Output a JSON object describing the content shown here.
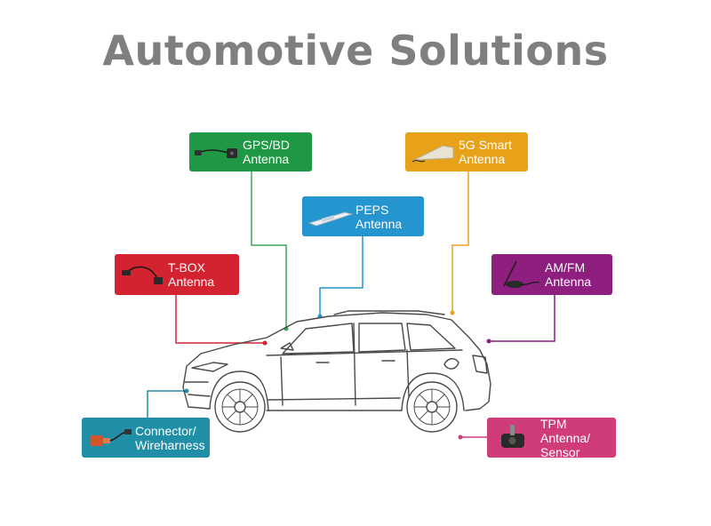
{
  "title": "Automotive Solutions",
  "boxes": {
    "gps": {
      "line1": "GPS/BD",
      "line2": "Antenna",
      "color": "#1f9845"
    },
    "smart5g": {
      "line1": "5G Smart",
      "line2": "Antenna",
      "color": "#e8a21a"
    },
    "peps": {
      "line1": "PEPS",
      "line2": "Antenna",
      "color": "#2495ce"
    },
    "tbox": {
      "line1": "T-BOX",
      "line2": "Antenna",
      "color": "#d32330"
    },
    "amfm": {
      "line1": "AM/FM",
      "line2": "Antenna",
      "color": "#8e1f7e"
    },
    "connector": {
      "line1": "Connector/",
      "line2": "Wireharness",
      "color": "#208fa6"
    },
    "tpm": {
      "line1": "TPM Antenna/",
      "line2": "Sensor",
      "color": "#d03c7a"
    }
  },
  "icons": {
    "gps": "gps-antenna-cable-icon",
    "smart5g": "shark-fin-antenna-icon",
    "peps": "peps-antenna-module-icon",
    "tbox": "tbox-antenna-cable-icon",
    "amfm": "am-fm-whip-antenna-icon",
    "connector": "connector-plug-icon",
    "tpm": "tpm-sensor-icon"
  }
}
